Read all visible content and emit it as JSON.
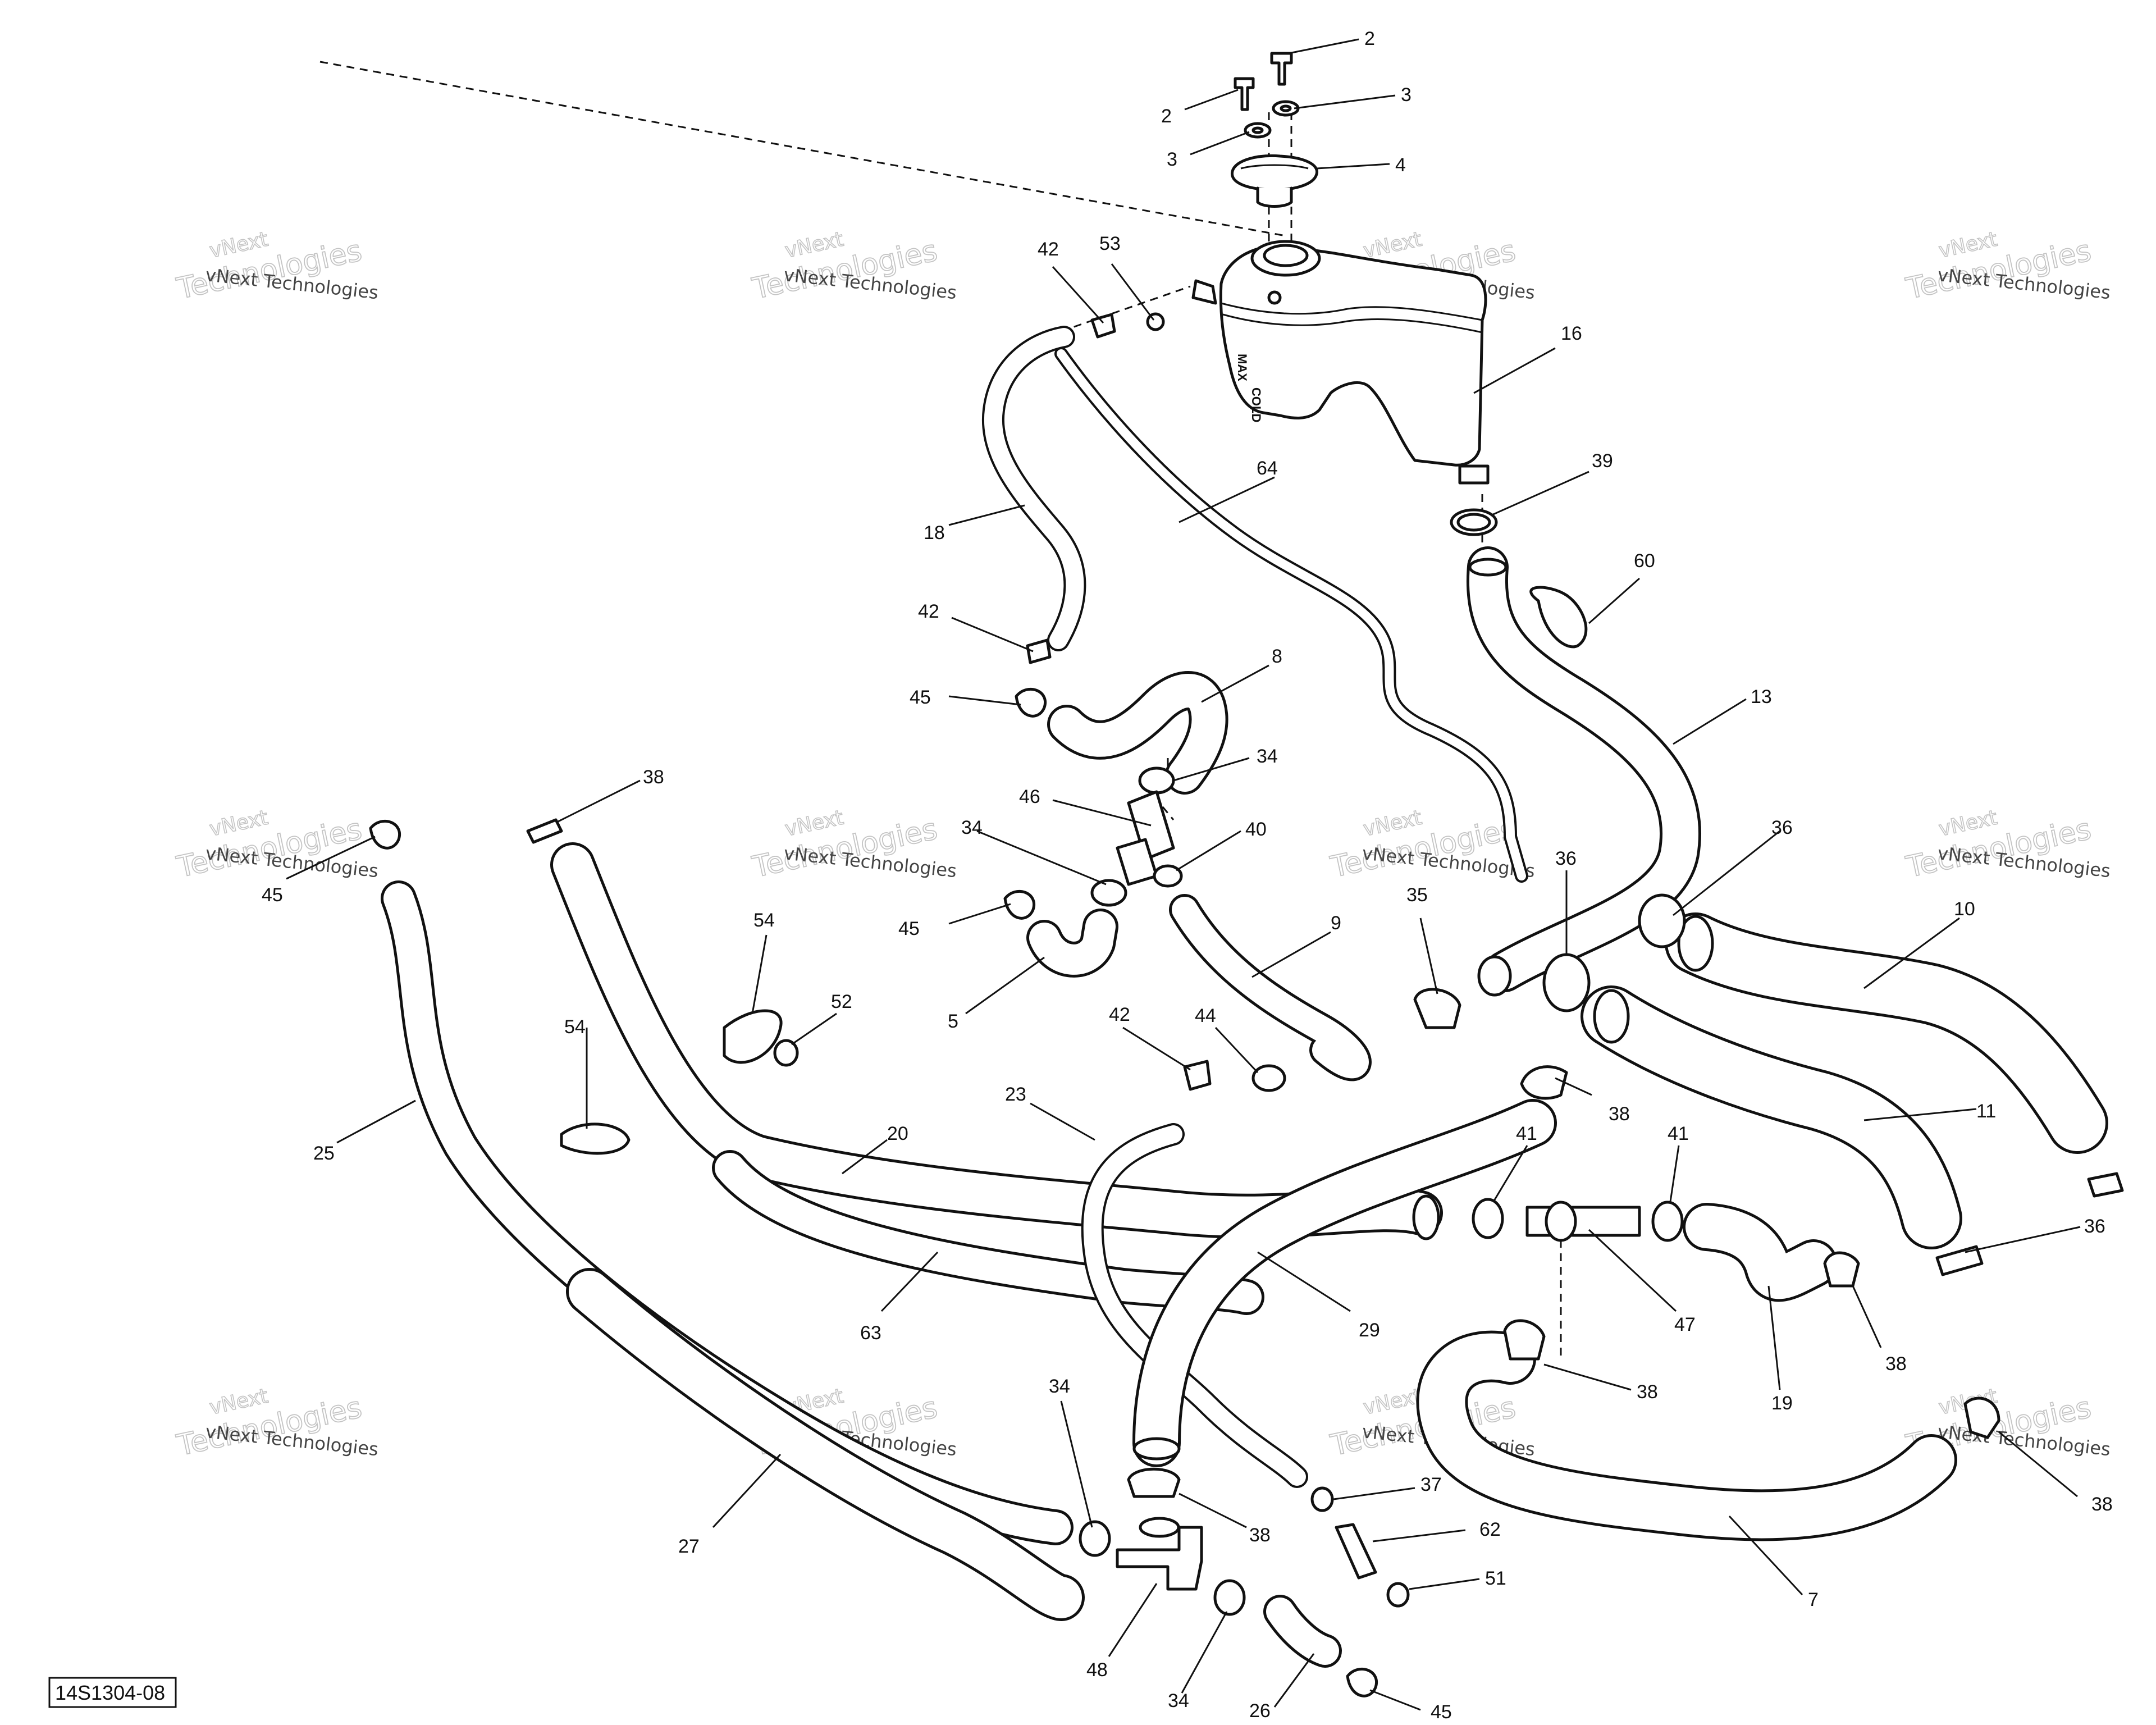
{
  "diagram": {
    "reference_code": "14S1304-08",
    "watermark": {
      "line1": "vNext",
      "line2": "Technologies",
      "small": "vNext Technologies"
    },
    "tank_markings": {
      "fill_mark": "MAX",
      "cold_mark": "COLD"
    },
    "callouts": [
      {
        "id": "c1",
        "label": "2"
      },
      {
        "id": "c2",
        "label": "2"
      },
      {
        "id": "c3",
        "label": "3"
      },
      {
        "id": "c4",
        "label": "3"
      },
      {
        "id": "c5",
        "label": "4"
      },
      {
        "id": "c6",
        "label": "42"
      },
      {
        "id": "c7",
        "label": "53"
      },
      {
        "id": "c8",
        "label": "16"
      },
      {
        "id": "c9",
        "label": "64"
      },
      {
        "id": "c10",
        "label": "39"
      },
      {
        "id": "c11",
        "label": "18"
      },
      {
        "id": "c12",
        "label": "60"
      },
      {
        "id": "c13",
        "label": "42"
      },
      {
        "id": "c14",
        "label": "8"
      },
      {
        "id": "c15",
        "label": "45"
      },
      {
        "id": "c16",
        "label": "13"
      },
      {
        "id": "c17",
        "label": "34"
      },
      {
        "id": "c18",
        "label": "38"
      },
      {
        "id": "c19",
        "label": "46"
      },
      {
        "id": "c20",
        "label": "34"
      },
      {
        "id": "c21",
        "label": "40"
      },
      {
        "id": "c22",
        "label": "36"
      },
      {
        "id": "c23",
        "label": "45"
      },
      {
        "id": "c24",
        "label": "54"
      },
      {
        "id": "c25",
        "label": "45"
      },
      {
        "id": "c26",
        "label": "9"
      },
      {
        "id": "c27",
        "label": "36"
      },
      {
        "id": "c28",
        "label": "35"
      },
      {
        "id": "c29",
        "label": "10"
      },
      {
        "id": "c30",
        "label": "5"
      },
      {
        "id": "c31",
        "label": "52"
      },
      {
        "id": "c32",
        "label": "54"
      },
      {
        "id": "c33",
        "label": "42"
      },
      {
        "id": "c34",
        "label": "44"
      },
      {
        "id": "c35",
        "label": "38"
      },
      {
        "id": "c36",
        "label": "20"
      },
      {
        "id": "c37",
        "label": "23"
      },
      {
        "id": "c38",
        "label": "11"
      },
      {
        "id": "c39",
        "label": "25"
      },
      {
        "id": "c40",
        "label": "41"
      },
      {
        "id": "c41",
        "label": "41"
      },
      {
        "id": "c42",
        "label": "36"
      },
      {
        "id": "c43",
        "label": "63"
      },
      {
        "id": "c44",
        "label": "29"
      },
      {
        "id": "c45",
        "label": "47"
      },
      {
        "id": "c46",
        "label": "38"
      },
      {
        "id": "c47",
        "label": "38"
      },
      {
        "id": "c48",
        "label": "19"
      },
      {
        "id": "c49",
        "label": "34"
      },
      {
        "id": "c50",
        "label": "27"
      },
      {
        "id": "c51",
        "label": "37"
      },
      {
        "id": "c52",
        "label": "38"
      },
      {
        "id": "c53",
        "label": "38"
      },
      {
        "id": "c54",
        "label": "62"
      },
      {
        "id": "c55",
        "label": "7"
      },
      {
        "id": "c56",
        "label": "51"
      },
      {
        "id": "c57",
        "label": "48"
      },
      {
        "id": "c58",
        "label": "34"
      },
      {
        "id": "c59",
        "label": "26"
      },
      {
        "id": "c60",
        "label": "45"
      }
    ]
  }
}
